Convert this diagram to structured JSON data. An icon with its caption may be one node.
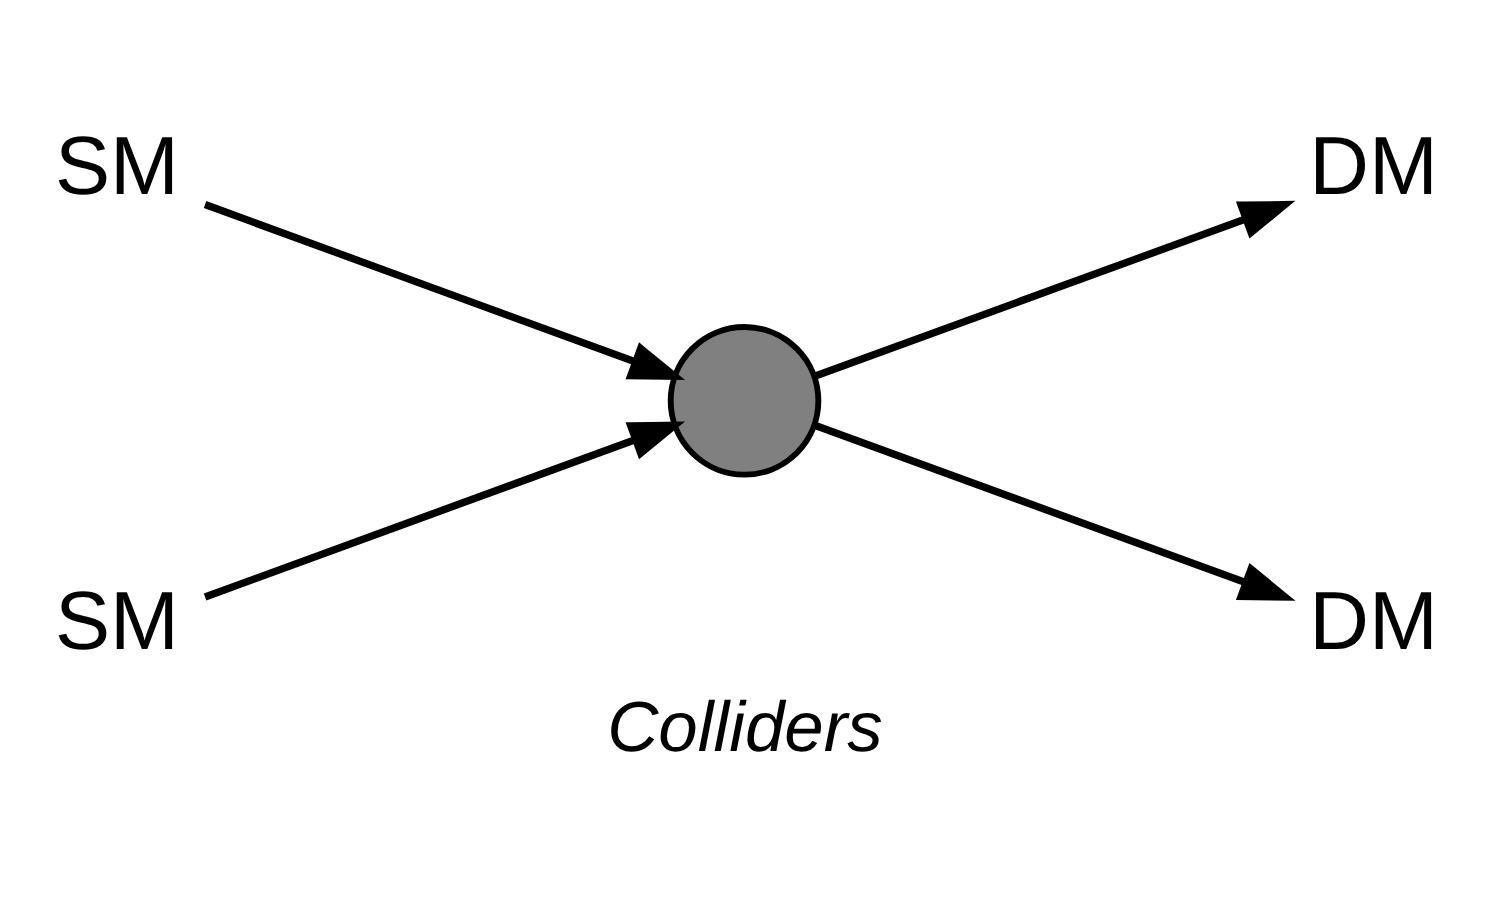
{
  "diagram": {
    "caption": "Colliders",
    "nodes": [
      {
        "text": [
          "SM"
        ]
      },
      {
        "text": [
          "SM"
        ]
      },
      {
        "text": [],
        "shape": "circle"
      },
      {
        "text": [
          "DM"
        ]
      },
      {
        "text": [
          "DM"
        ]
      }
    ],
    "edges": [
      {
        "from": 0,
        "to": 2,
        "arrow": "to"
      },
      {
        "from": 1,
        "to": 2,
        "arrow": "to"
      },
      {
        "from": 2,
        "to": 3,
        "arrow": "to"
      },
      {
        "from": 2,
        "to": 4,
        "arrow": "to"
      }
    ]
  }
}
